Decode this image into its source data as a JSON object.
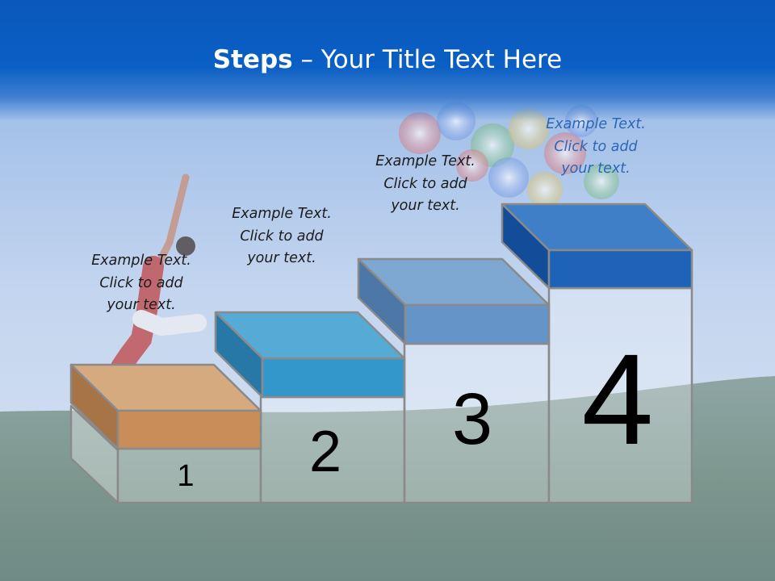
{
  "slide": {
    "title_bold": "Steps",
    "title_rest": " – Your Title Text Here"
  },
  "steps": [
    {
      "number": "1",
      "text": [
        "Example Text.",
        "Click  to add",
        "your text."
      ],
      "colors": {
        "top": "#d5aa7f",
        "front": "#c98d59",
        "side": "#a67446"
      }
    },
    {
      "number": "2",
      "text": [
        "Example Text.",
        "Click  to add",
        "your text."
      ],
      "colors": {
        "top": "#56aad6",
        "front": "#3397cb",
        "side": "#2778a6"
      }
    },
    {
      "number": "3",
      "text": [
        "Example Text.",
        "Click  to add",
        "your text."
      ],
      "colors": {
        "top": "#7ea7d2",
        "front": "#6595c8",
        "side": "#4d77a6"
      }
    },
    {
      "number": "4",
      "text": [
        "Example Text.",
        "Click  to add",
        "your text."
      ],
      "colors": {
        "top": "#3f7fc8",
        "front": "#1e63b8",
        "side": "#134c98"
      }
    }
  ]
}
